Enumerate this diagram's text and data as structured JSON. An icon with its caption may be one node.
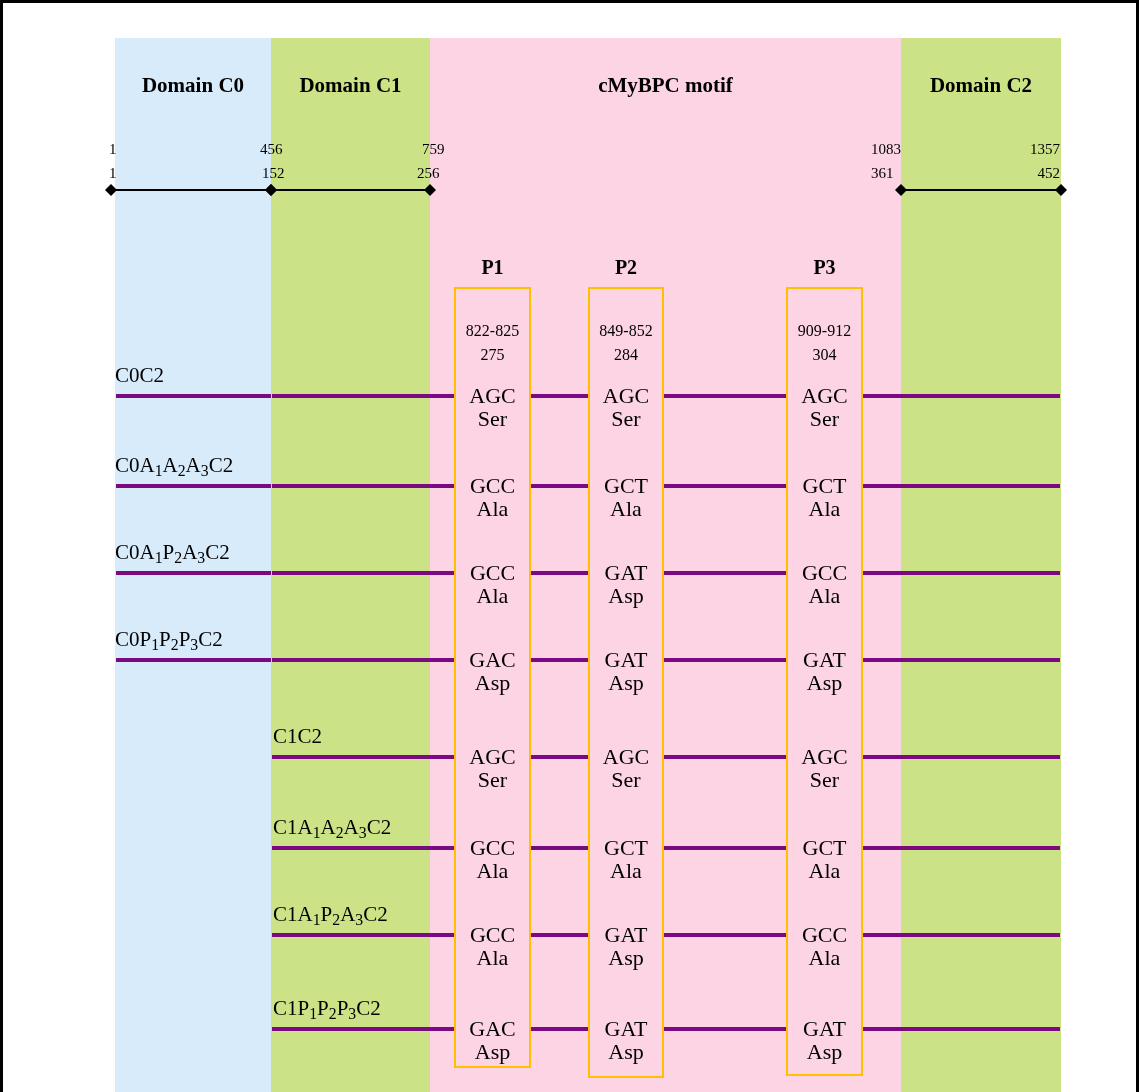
{
  "diagram": {
    "nodes": [
      {
        "text": [
          "Domain C0"
        ]
      },
      {
        "text": [
          "Domain C1"
        ]
      },
      {
        "text": [
          "cMyBPC motif"
        ]
      },
      {
        "text": [
          "Domain C2"
        ]
      },
      {
        "text": [
          "P1",
          "822-825 275",
          "AGC Ser",
          "GCC Ala",
          "GCC Ala",
          "GAC Asp",
          "AGC Ser",
          "GCC Ala",
          "GCC Ala",
          "GAC Asp"
        ],
        "in": 2
      },
      {
        "text": [
          "P2",
          "849-852 284",
          "AGC Ser",
          "GCT Ala",
          "GAT Asp",
          "GAT Asp",
          "AGC Ser",
          "GCT Ala",
          "GAT Asp",
          "GAT Asp"
        ],
        "in": 2
      },
      {
        "text": [
          "P3",
          "909-912 304",
          "AGC Ser",
          "GCT Ala",
          "GCC Ala",
          "GAT Asp",
          "AGC Ser",
          "GCT Ala",
          "GCC Ala",
          "GAT Asp"
        ],
        "in": 2
      }
    ],
    "edges": [
      {
        "from": 0,
        "to": 1,
        "arrow": "none"
      },
      {
        "from": 1,
        "to": 4,
        "arrow": "none"
      },
      {
        "from": 4,
        "to": 5,
        "arrow": "none"
      },
      {
        "from": 5,
        "to": 6,
        "arrow": "none"
      },
      {
        "from": 6,
        "to": 3,
        "arrow": "none"
      },
      {
        "from": 0,
        "to": 1,
        "arrow": "none"
      },
      {
        "from": 1,
        "to": 4,
        "arrow": "none"
      },
      {
        "from": 4,
        "to": 5,
        "arrow": "none"
      },
      {
        "from": 5,
        "to": 6,
        "arrow": "none"
      },
      {
        "from": 6,
        "to": 3,
        "arrow": "none"
      },
      {
        "from": 0,
        "to": 1,
        "arrow": "none"
      },
      {
        "from": 1,
        "to": 4,
        "arrow": "none"
      },
      {
        "from": 4,
        "to": 5,
        "arrow": "none"
      },
      {
        "from": 5,
        "to": 6,
        "arrow": "none"
      },
      {
        "from": 6,
        "to": 3,
        "arrow": "none"
      },
      {
        "from": 0,
        "to": 1,
        "arrow": "none"
      },
      {
        "from": 1,
        "to": 4,
        "arrow": "none"
      },
      {
        "from": 4,
        "to": 5,
        "arrow": "none"
      },
      {
        "from": 5,
        "to": 6,
        "arrow": "none"
      },
      {
        "from": 6,
        "to": 3,
        "arrow": "none"
      },
      {
        "from": 1,
        "to": 4,
        "arrow": "none"
      },
      {
        "from": 4,
        "to": 5,
        "arrow": "none"
      },
      {
        "from": 5,
        "to": 6,
        "arrow": "none"
      },
      {
        "from": 6,
        "to": 3,
        "arrow": "none"
      },
      {
        "from": 1,
        "to": 4,
        "arrow": "none"
      },
      {
        "from": 4,
        "to": 5,
        "arrow": "none"
      },
      {
        "from": 5,
        "to": 6,
        "arrow": "none"
      },
      {
        "from": 6,
        "to": 3,
        "arrow": "none"
      },
      {
        "from": 1,
        "to": 4,
        "arrow": "none"
      },
      {
        "from": 4,
        "to": 5,
        "arrow": "none"
      },
      {
        "from": 5,
        "to": 6,
        "arrow": "none"
      },
      {
        "from": 6,
        "to": 3,
        "arrow": "none"
      },
      {
        "from": 1,
        "to": 4,
        "arrow": "none"
      },
      {
        "from": 4,
        "to": 5,
        "arrow": "none"
      },
      {
        "from": 5,
        "to": 6,
        "arrow": "none"
      },
      {
        "from": 6,
        "to": 3,
        "arrow": "none"
      }
    ],
    "labels": [
      "1",
      "456",
      "759",
      "1083",
      "1357",
      "1",
      "152",
      "256",
      "361",
      "452",
      "C0C2",
      "C0A$_{1}$A$_{2}$A$_{3}$C2",
      "C0A$_{1}$P$_{2}$A$_{3}$C2",
      "C0P$_{1}$P$_{2}$P$_{3}$C2",
      "C1C2",
      "C1A$_{1}$A$_{2}$A$_{3}$C2",
      "C1A$_{1}$P$_{2}$A$_{3}$C2",
      "C1P$_{1}$P$_{2}$P$_{3}$C2"
    ]
  }
}
